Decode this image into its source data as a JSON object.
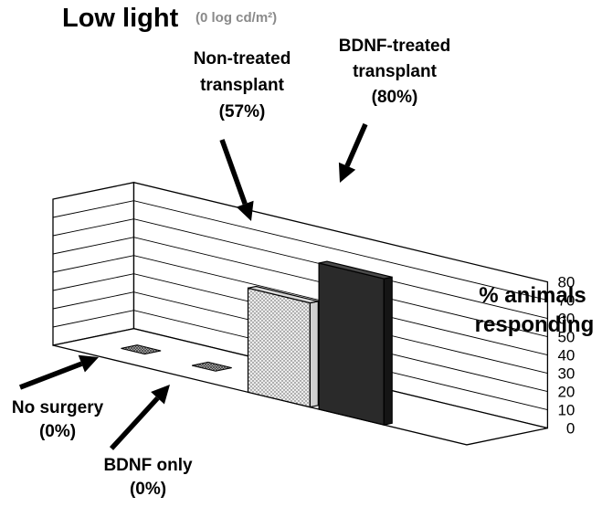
{
  "chart_data": {
    "type": "bar",
    "title": "Low light",
    "subtitle": "(0 log cd/m²)",
    "ylabel": [
      "% animals",
      "responding"
    ],
    "xlabel": "",
    "ylim": [
      0,
      80
    ],
    "yticks": [
      "0",
      "10",
      "20",
      "30",
      "40",
      "50",
      "60",
      "70",
      "80"
    ],
    "grid": true,
    "categories": [
      "No surgery",
      "BDNF only",
      "Non-treated transplant",
      "BDNF-treated transplant"
    ],
    "values": [
      0,
      0,
      57,
      80
    ],
    "annotations": [
      {
        "lines": [
          "No surgery",
          "(0%)"
        ]
      },
      {
        "lines": [
          "BDNF  only",
          "(0%)"
        ]
      },
      {
        "lines": [
          "Non-treated",
          "transplant",
          "(57%)"
        ]
      },
      {
        "lines": [
          "BDNF-treated",
          "transplant",
          "(80%)"
        ]
      }
    ],
    "colors": {
      "light_bar": "#d9d9d9",
      "dark_bar": "#2b2b2b",
      "flat_marker": "#555555",
      "grid": "#000000"
    }
  }
}
